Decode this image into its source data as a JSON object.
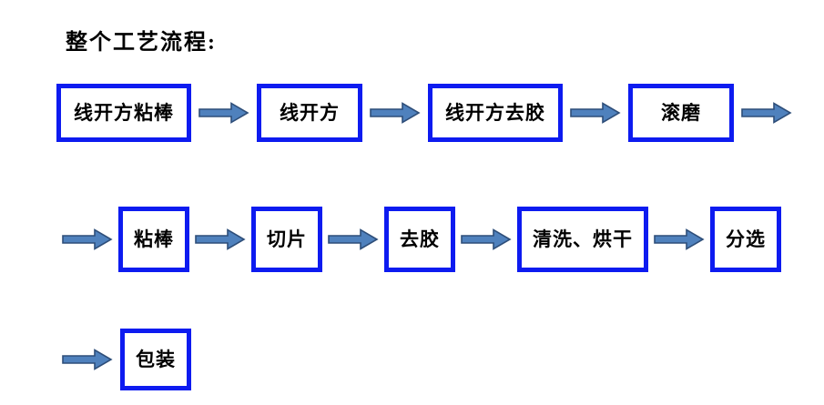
{
  "title": "整个工艺流程:",
  "colors": {
    "box_border": "#0d1bf0",
    "arrow_fill": "#4f81bd",
    "arrow_stroke": "#2e4e79",
    "text": "#000000",
    "background": "#ffffff"
  },
  "icons": {
    "arrow": "arrow-right-icon"
  },
  "rows": [
    {
      "leading_arrow": false,
      "trailing_arrow": true,
      "boxes": [
        "线开方粘棒",
        "线开方",
        "线开方去胶",
        "滚磨"
      ]
    },
    {
      "leading_arrow": true,
      "trailing_arrow": false,
      "boxes": [
        "粘棒",
        "切片",
        "去胶",
        "清洗、烘干",
        "分选"
      ]
    },
    {
      "leading_arrow": true,
      "trailing_arrow": false,
      "boxes": [
        "包装"
      ]
    }
  ]
}
